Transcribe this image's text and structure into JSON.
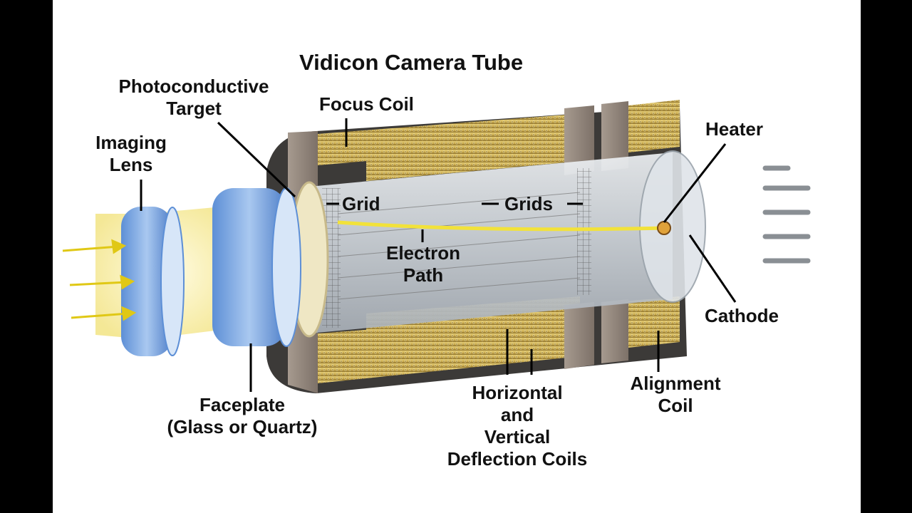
{
  "title": "Vidicon Camera Tube",
  "labels": {
    "photoconductive_target": [
      "Photoconductive",
      "Target"
    ],
    "focus_coil": "Focus Coil",
    "imaging_lens": [
      "Imaging",
      "Lens"
    ],
    "heater": "Heater",
    "grid": "Grid",
    "grids": "Grids",
    "electron_path": [
      "Electron",
      "Path"
    ],
    "cathode": "Cathode",
    "faceplate": [
      "Faceplate",
      "(Glass or Quartz)"
    ],
    "deflection_coils": [
      "Horizontal",
      "and",
      "Vertical",
      "Deflection Coils"
    ],
    "alignment_coil": [
      "Alignment",
      "Coil"
    ]
  },
  "colors": {
    "page_background": "#000000",
    "diagram_background": "#ffffff",
    "coil_winding": "#c9a94a",
    "lens_blue": "#8fb6e8",
    "incoming_light": "#f5e66a",
    "electron_beam": "#f2e23a",
    "tube_glass": "#d8dde2",
    "end_plate": "#8f8378"
  }
}
